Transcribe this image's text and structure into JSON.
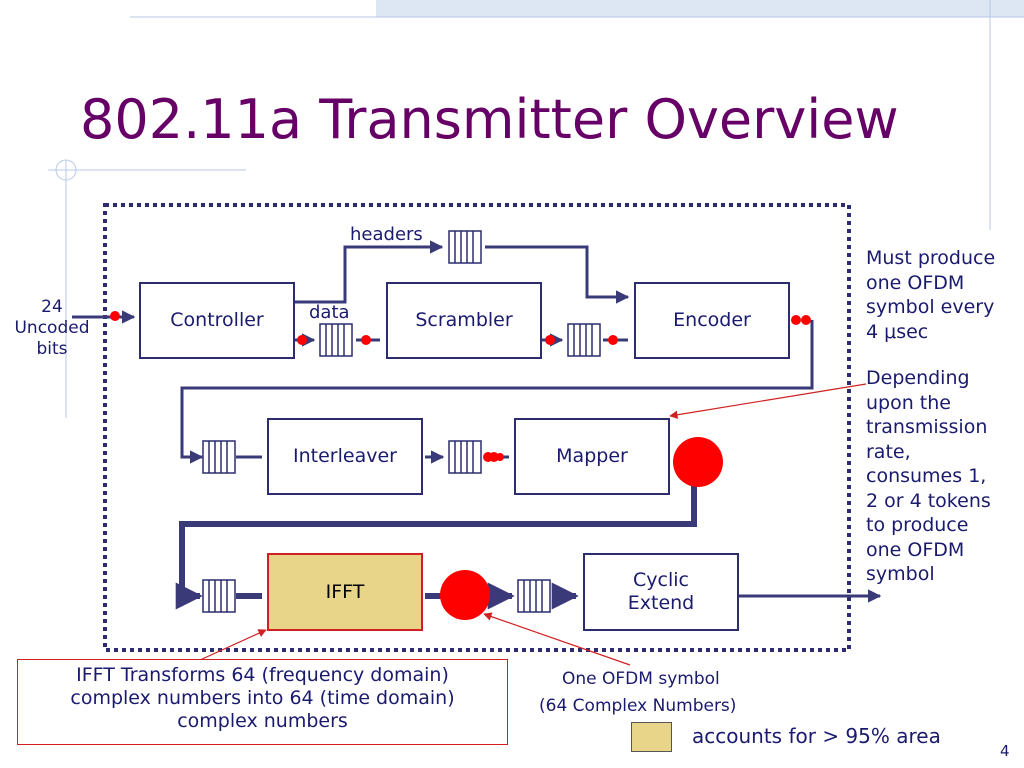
{
  "slide": {
    "title": "802.11a Transmitter Overview",
    "page_number": "4"
  },
  "blocks": {
    "controller": "Controller",
    "scrambler": "Scrambler",
    "encoder": "Encoder",
    "interleaver": "Interleaver",
    "mapper": "Mapper",
    "ifft": "IFFT",
    "cyclic_extend_line1": "Cyclic",
    "cyclic_extend_line2": "Extend"
  },
  "labels": {
    "input_line1": "24",
    "input_line2": "Uncoded",
    "input_line3": "bits",
    "headers": "headers",
    "data": "data"
  },
  "notes": {
    "rate_lines": [
      "Must produce",
      "one OFDM",
      "symbol every",
      "4 μsec"
    ],
    "mapper_lines": [
      "Depending",
      "upon the",
      "transmission",
      "rate,",
      "consumes 1,",
      "2 or 4 tokens",
      "to produce",
      "one OFDM",
      "symbol"
    ],
    "ifft_lines": [
      "IFFT Transforms 64 (frequency domain)",
      "complex numbers into 64 (time domain)",
      "complex numbers"
    ],
    "symbol_line1": "One OFDM symbol",
    "symbol_line2": "(64 Complex Numbers)",
    "legend": "accounts for > 95% area"
  },
  "colors": {
    "title": "#660066",
    "block_border": "#2c2c6e",
    "ifft_fill": "#e8d58a",
    "token": "#ff0000",
    "wire": "#3a3a78"
  }
}
